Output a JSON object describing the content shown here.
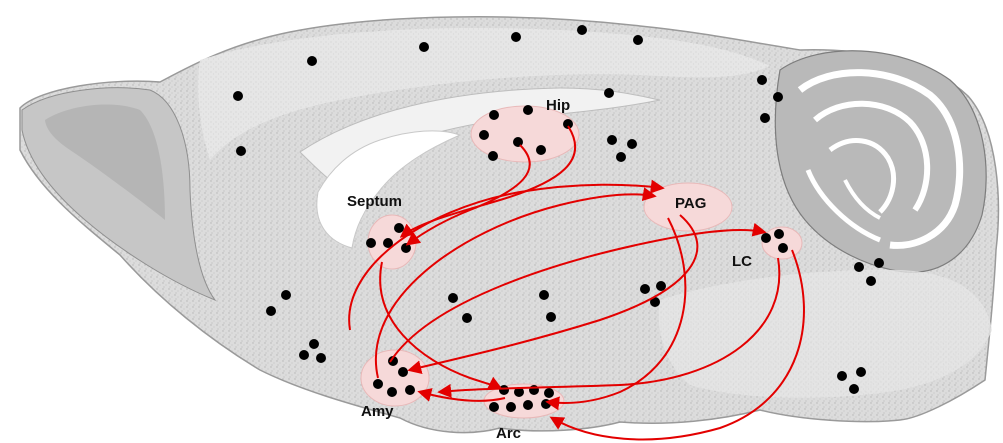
{
  "regions": [
    {
      "id": "hip",
      "label": "Hip"
    },
    {
      "id": "septum",
      "label": "Septum"
    },
    {
      "id": "pag",
      "label": "PAG"
    },
    {
      "id": "lc",
      "label": "LC"
    },
    {
      "id": "amy",
      "label": "Amy"
    },
    {
      "id": "arc",
      "label": "Arc"
    }
  ],
  "colors": {
    "projection": "#e30000",
    "region_fill": "#f6d9d9",
    "tissue": "#d9d9d9",
    "dot": "#000000"
  },
  "projections": [
    {
      "from": "Hip",
      "to": "Septum"
    },
    {
      "from": "Septum",
      "to": "PAG"
    },
    {
      "from": "Amy",
      "to": "PAG"
    },
    {
      "from": "Amy",
      "to": "LC"
    },
    {
      "from": "PAG",
      "to": "Arc"
    },
    {
      "from": "LC",
      "to": "Arc"
    },
    {
      "from": "Arc",
      "to": "Amy"
    },
    {
      "from": "Septum",
      "to": "Amy"
    }
  ]
}
